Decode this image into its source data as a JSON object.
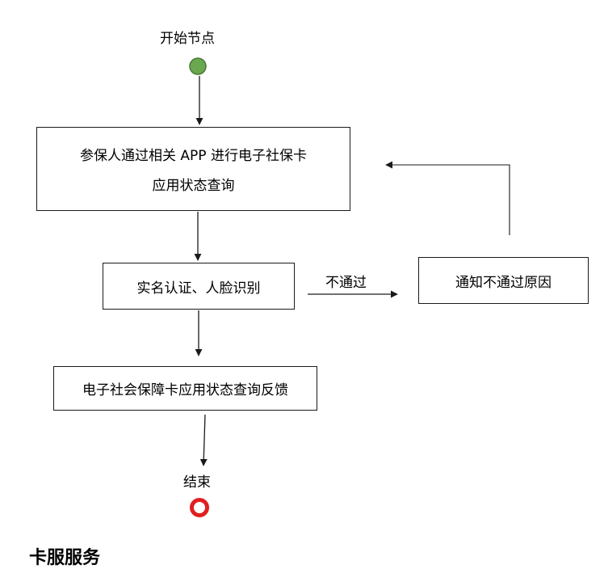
{
  "flow": {
    "start": "开始节点",
    "step1_line1": "参保人通过相关 APP 进行电子社保卡",
    "step1_line2": "应用状态查询",
    "step2": "实名认证、人脸识别",
    "reject_label": "不通过",
    "notify": "通知不通过原因",
    "step3": "电子社会保障卡应用状态查询反馈",
    "end": "结束"
  },
  "next_section_heading": "卡服服务",
  "colors": {
    "start_node": "#6aa84f",
    "start_node_stroke": "#4a7a35",
    "end_node": "#e02020"
  }
}
